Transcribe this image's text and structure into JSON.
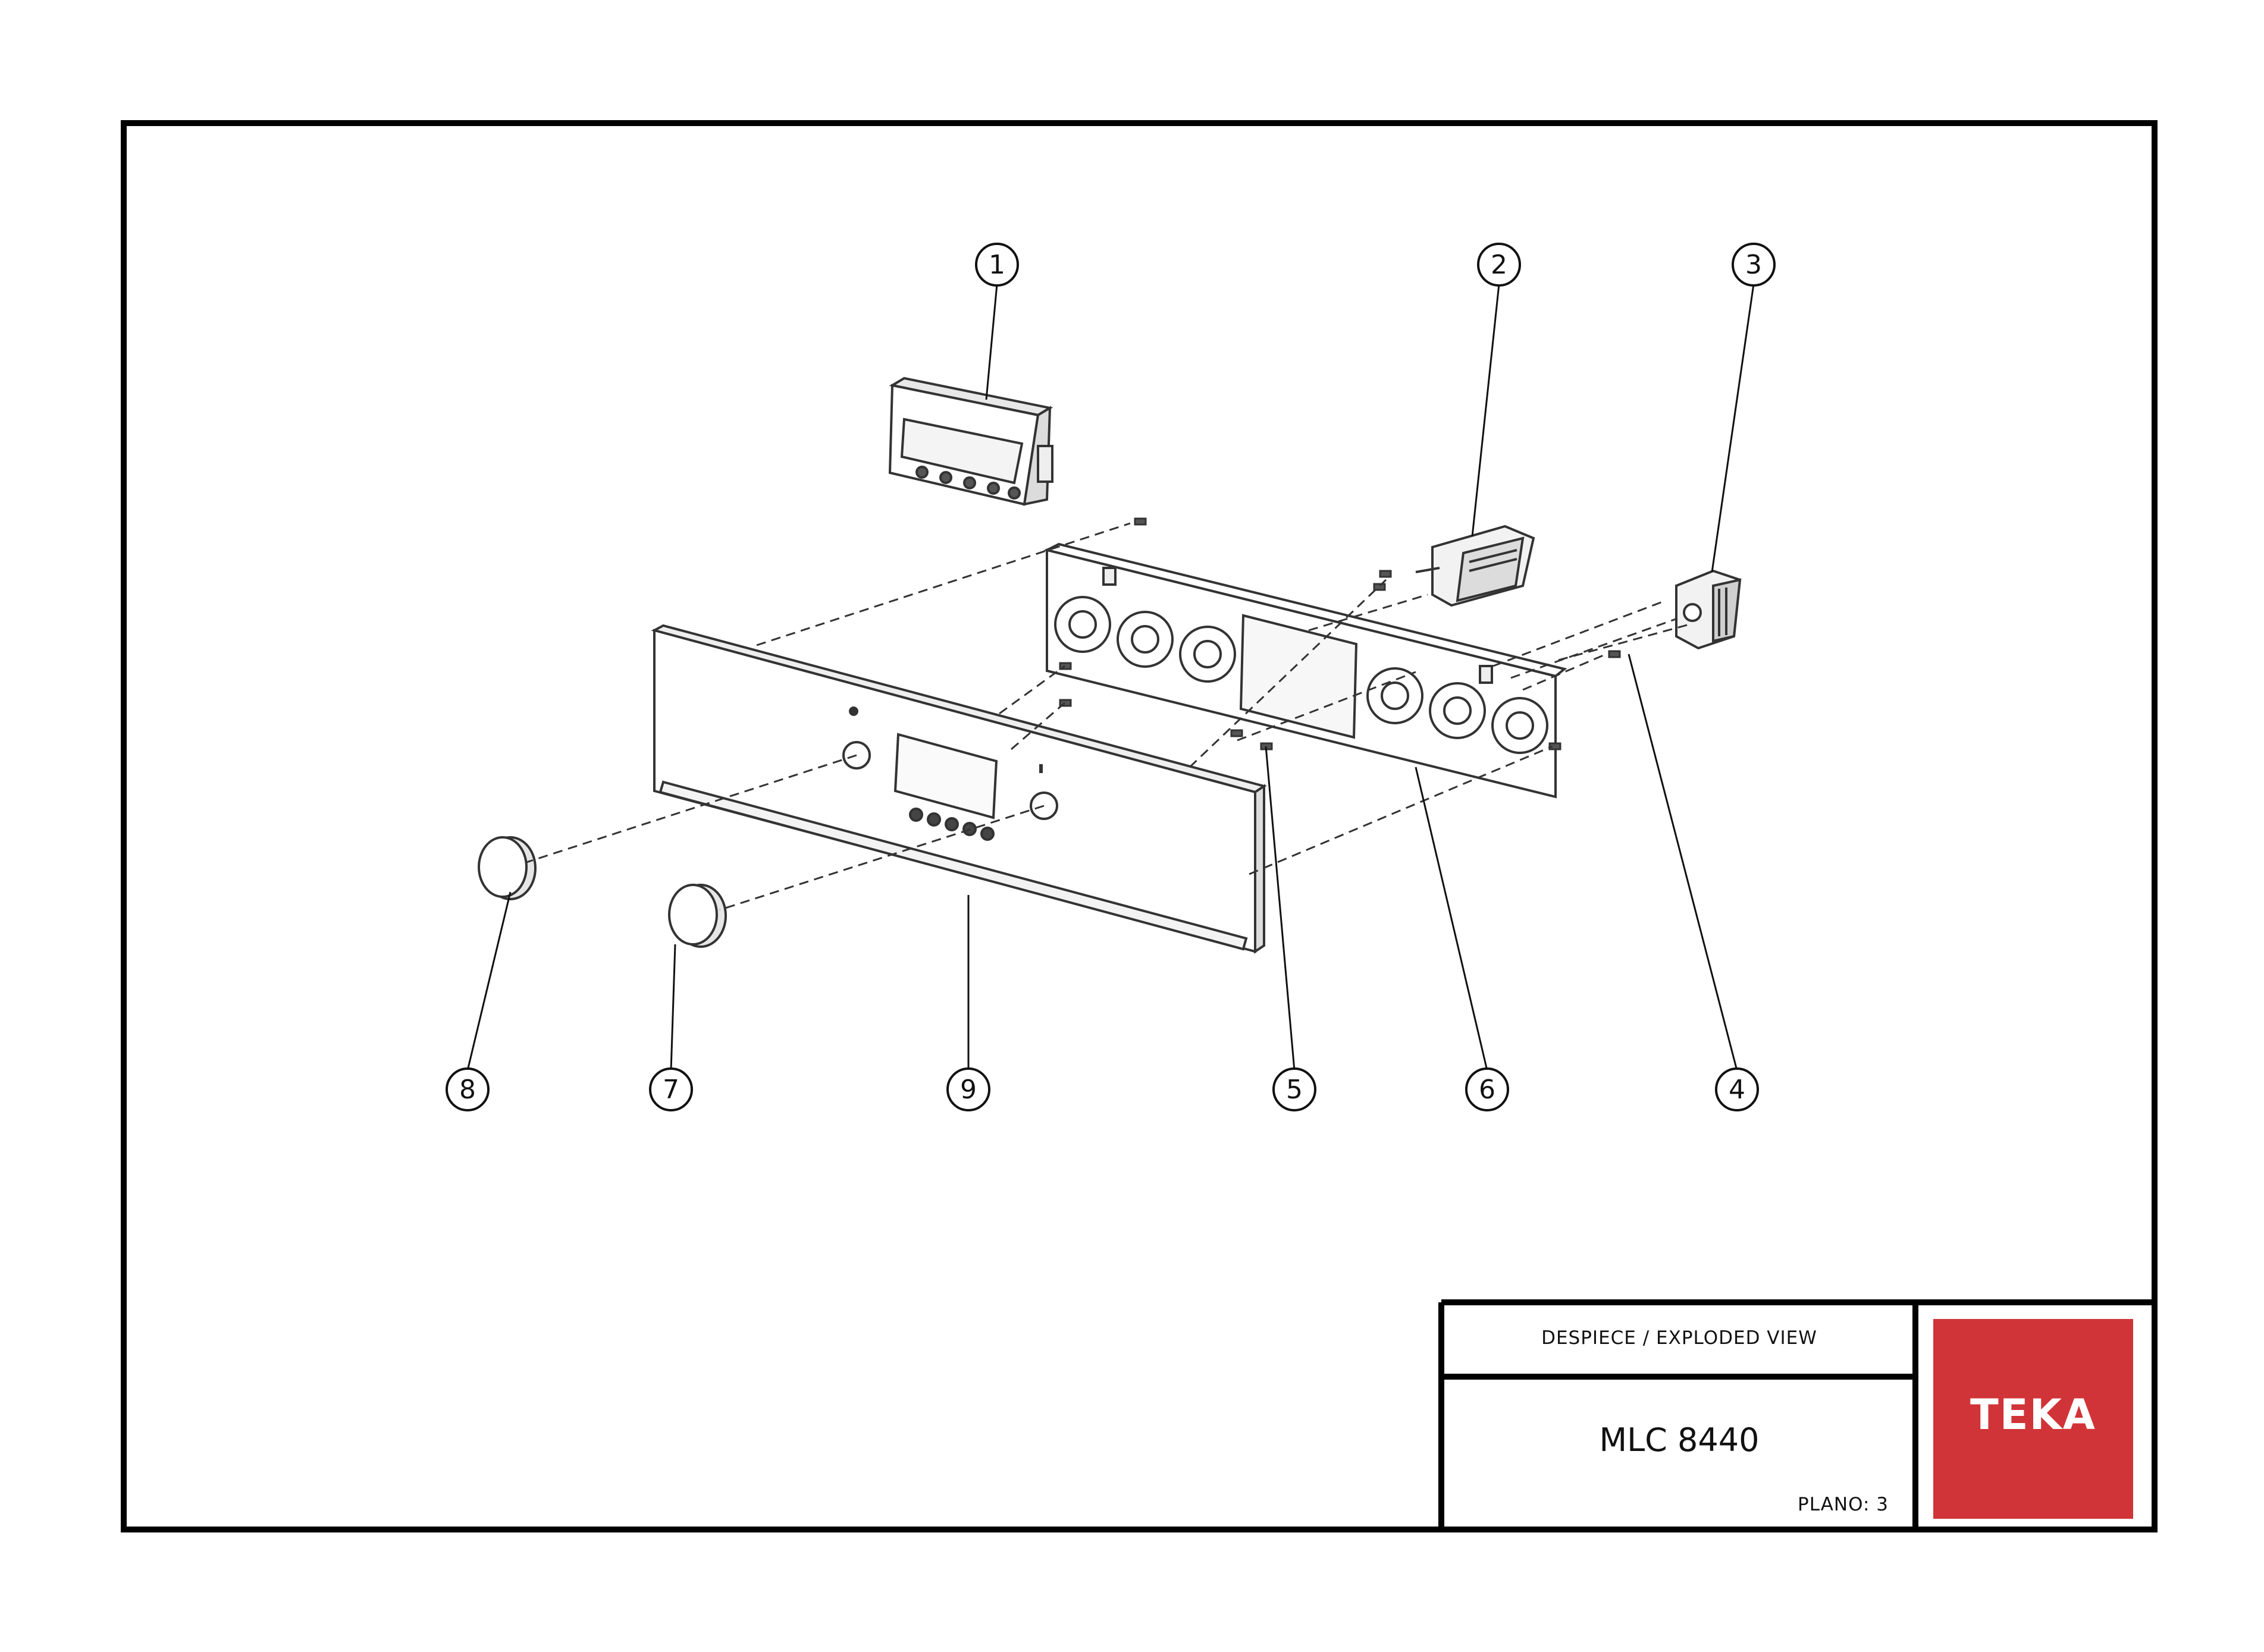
{
  "title_block": {
    "title": "DESPIECE / EXPLODED VIEW",
    "model": "MLC 8440",
    "sheet": "PLANO: 3"
  },
  "logo": {
    "text": "TEKA",
    "color": "#d13438"
  },
  "callouts": [
    "1",
    "2",
    "3",
    "4",
    "5",
    "6",
    "7",
    "8",
    "9"
  ]
}
